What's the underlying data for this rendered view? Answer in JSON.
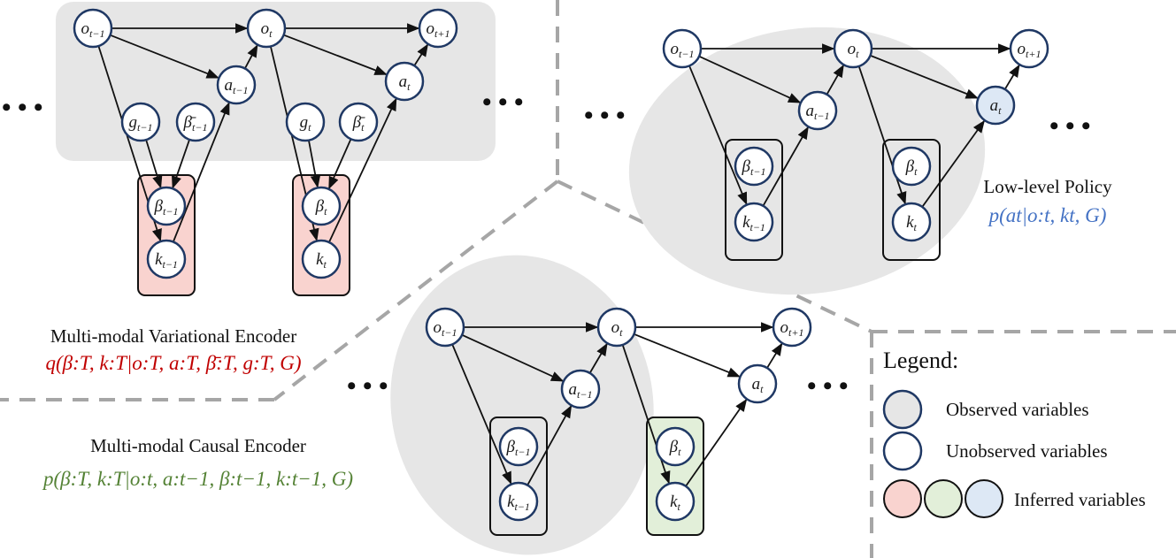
{
  "colors": {
    "node_stroke": "#1f3864",
    "observed_fill": "#e6e6e6",
    "inferred_red": "#f9d3cf",
    "inferred_green": "#e2efd9",
    "inferred_blue": "#dde8f5",
    "dash": "#a6a6a6",
    "formula_red": "#c00000",
    "formula_blue": "#4472c4",
    "formula_green": "#548235"
  },
  "panels": {
    "variational": {
      "title": "Multi-modal Variational Encoder",
      "formula": "q(β:T, k:T|o:T, a:T, β̄:T, g:T, G)"
    },
    "policy": {
      "title": "Low-level Policy",
      "formula": "p(at|o:t, kt, G)"
    },
    "causal": {
      "title": "Multi-modal Causal Encoder",
      "formula": "p(β:T, k:T|o:t, a:t−1, β:t−1, k:t−1, G)"
    }
  },
  "legend": {
    "title": "Legend:",
    "observed": "Observed variables",
    "unobserved": "Unobserved variables",
    "inferred": "Inferred variables"
  },
  "ellipsis": "• • •",
  "node_labels": {
    "o_prev": "o",
    "o_prev_sub": "t−1",
    "o_t": "o",
    "o_t_sub": "t",
    "o_next": "o",
    "o_next_sub": "t+1",
    "a_prev": "a",
    "a_prev_sub": "t−1",
    "a_t": "a",
    "a_t_sub": "t",
    "g_prev": "g",
    "g_prev_sub": "t−1",
    "g_t": "g",
    "g_t_sub": "t",
    "bb_prev": "β̄",
    "bb_prev_sub": "t−1",
    "bb_t": "β̄",
    "bb_t_sub": "t",
    "b_prev": "β",
    "b_prev_sub": "t−1",
    "b_t": "β",
    "b_t_sub": "t",
    "k_prev": "k",
    "k_prev_sub": "t−1",
    "k_t": "k",
    "k_t_sub": "t"
  }
}
